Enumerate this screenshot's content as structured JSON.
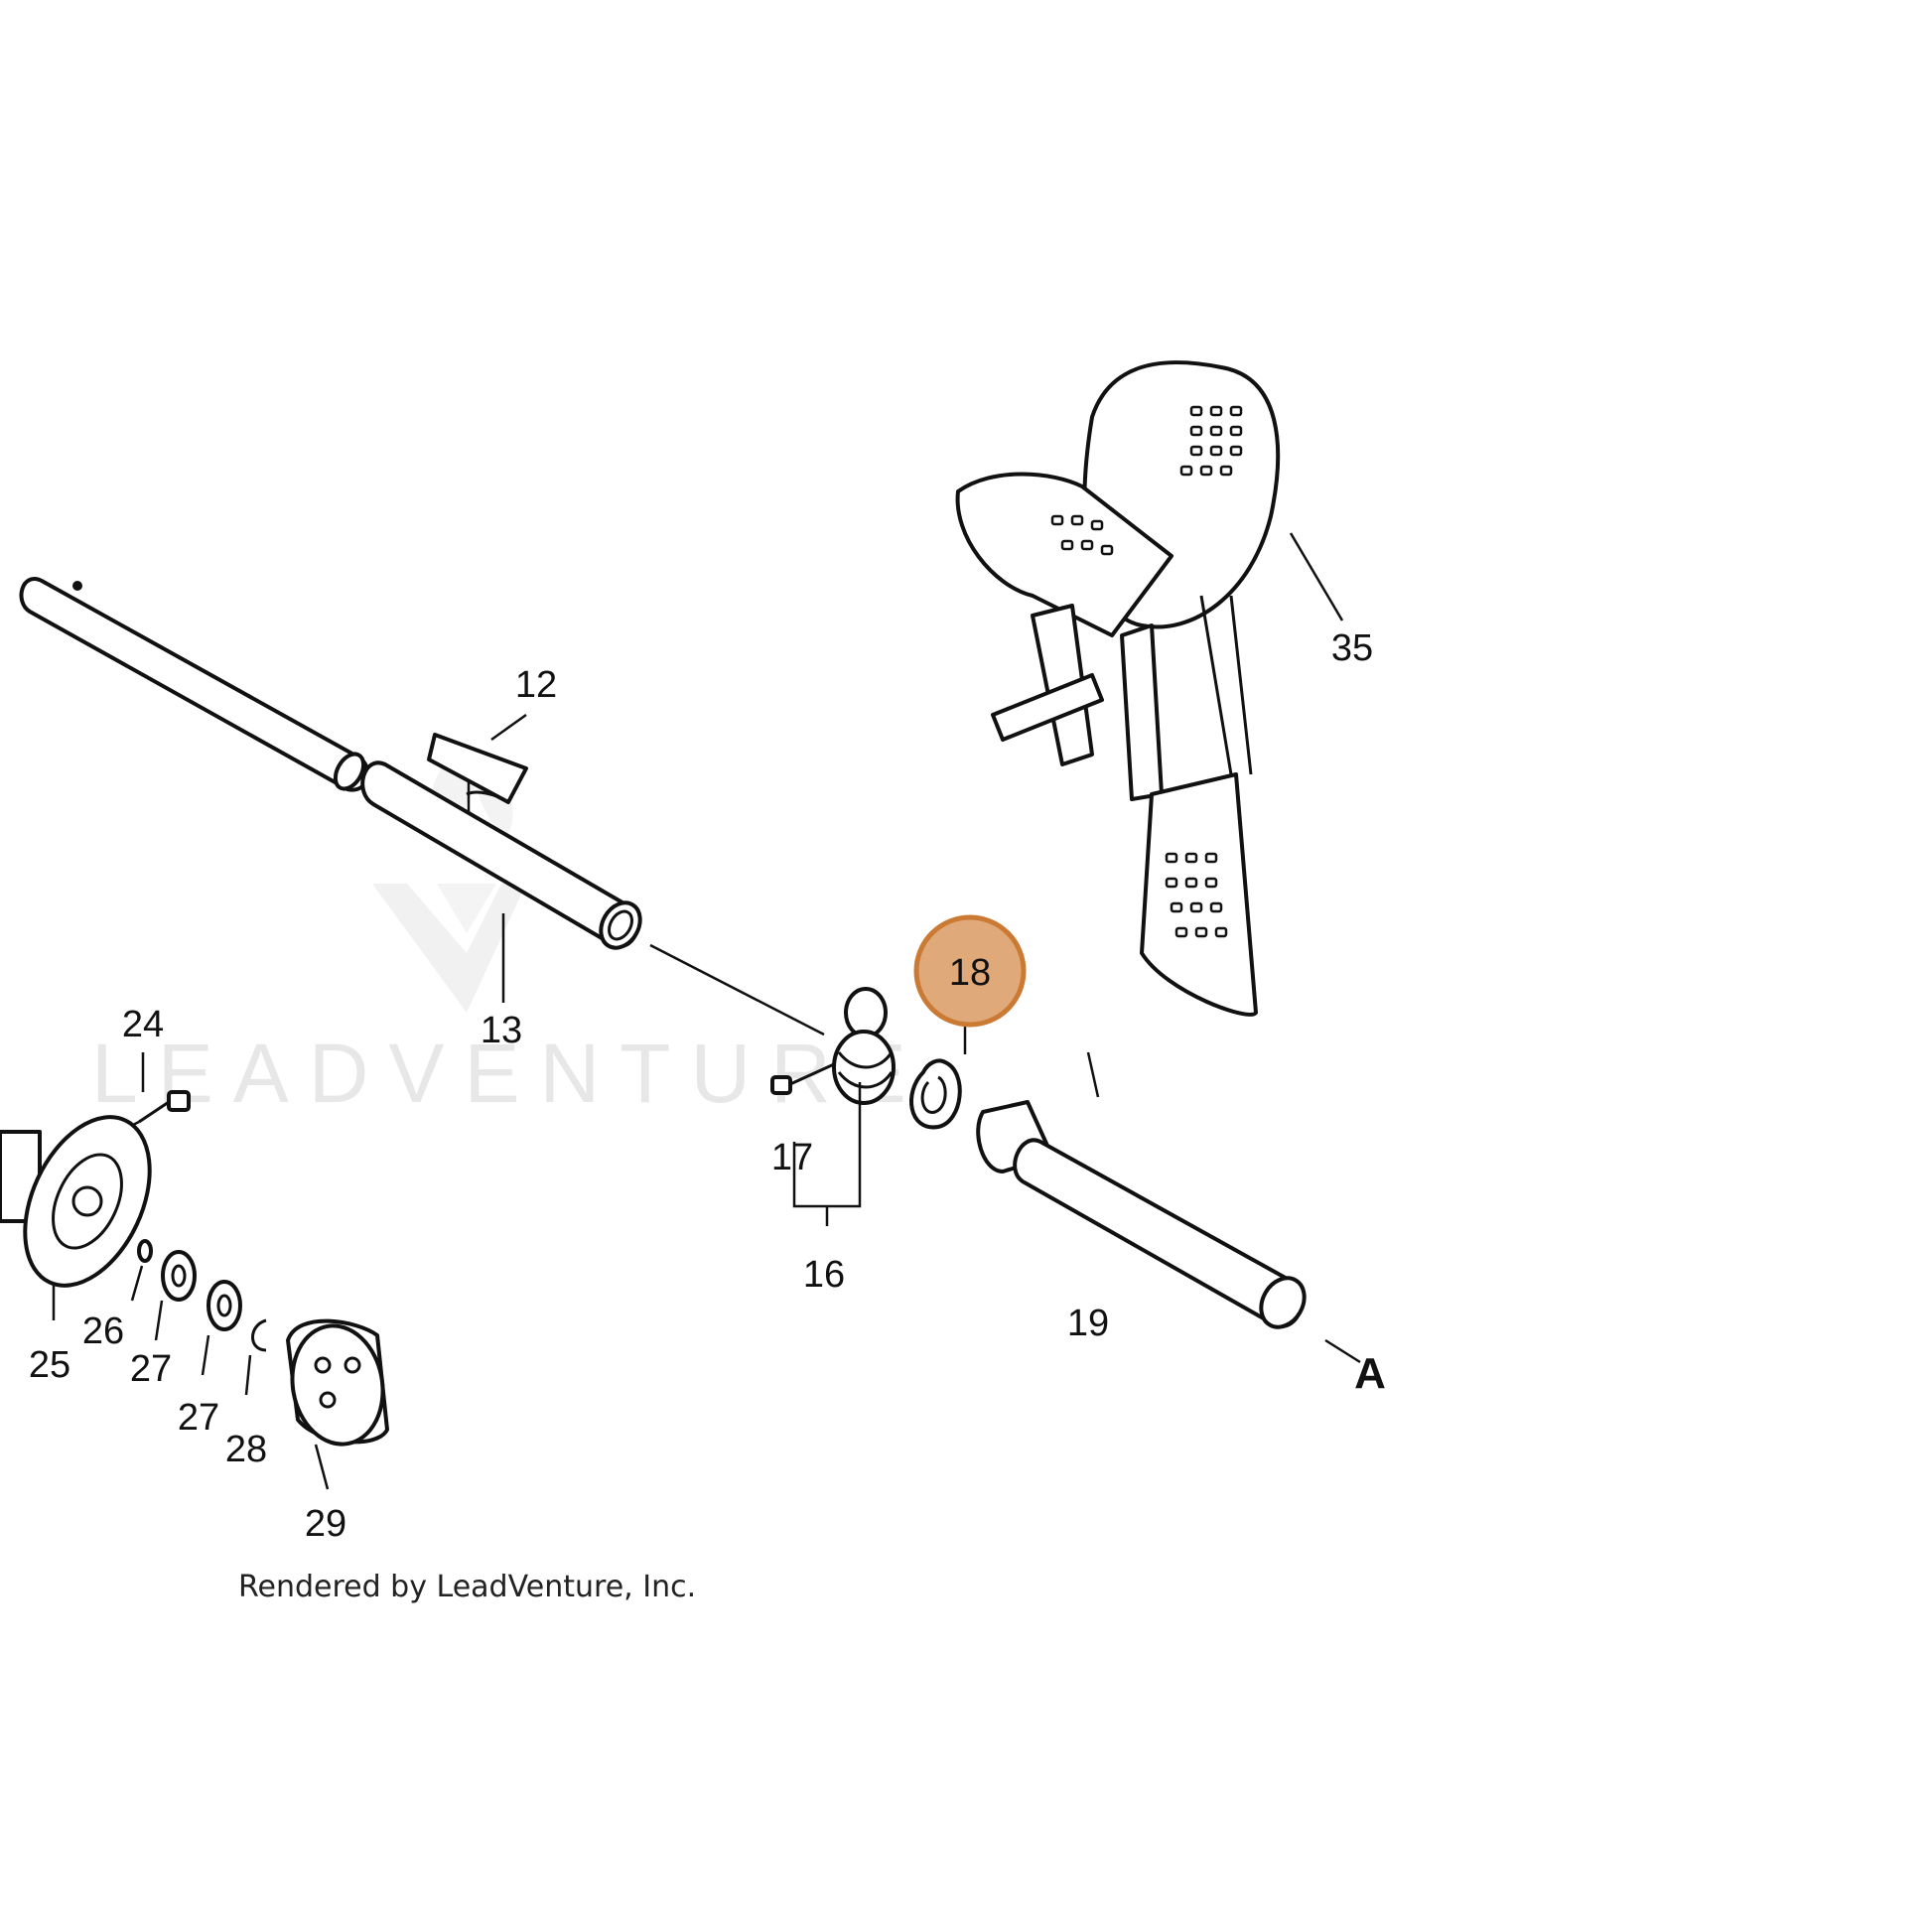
{
  "colors": {
    "highlight_fill": "#E0A979",
    "highlight_stroke": "#CB7A34",
    "line": "#111111",
    "watermark": "#e7e7e7"
  },
  "watermark": {
    "text": "LEADVENTURE"
  },
  "highlight": {
    "part_number": "18"
  },
  "callouts": {
    "p12": "12",
    "p13": "13",
    "p16": "16",
    "p17": "17",
    "p18": "18",
    "p19": "19",
    "p24": "24",
    "p25": "25",
    "p26": "26",
    "p27a": "27",
    "p27b": "27",
    "p28": "28",
    "p29": "29",
    "p35": "35",
    "ref_a": "A"
  },
  "credit": "Rendered by LeadVenture, Inc."
}
